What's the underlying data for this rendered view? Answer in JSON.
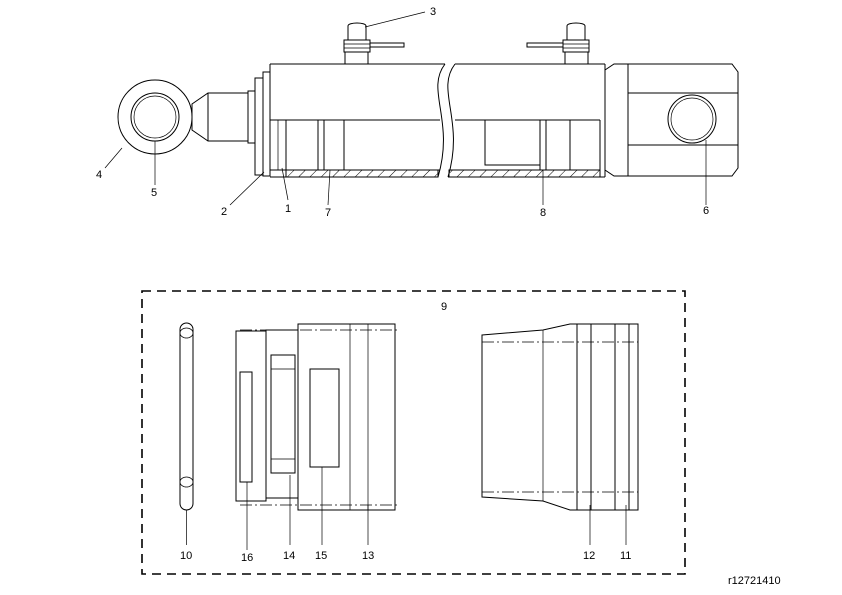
{
  "figure_id": "r12721410",
  "group_label": "9",
  "callouts": {
    "c1": "1",
    "c2": "2",
    "c3": "3",
    "c4": "4",
    "c5": "5",
    "c6": "6",
    "c7": "7",
    "c8": "8",
    "c10": "10",
    "c11": "11",
    "c12": "12",
    "c13": "13",
    "c14": "14",
    "c15": "15",
    "c16": "16"
  }
}
